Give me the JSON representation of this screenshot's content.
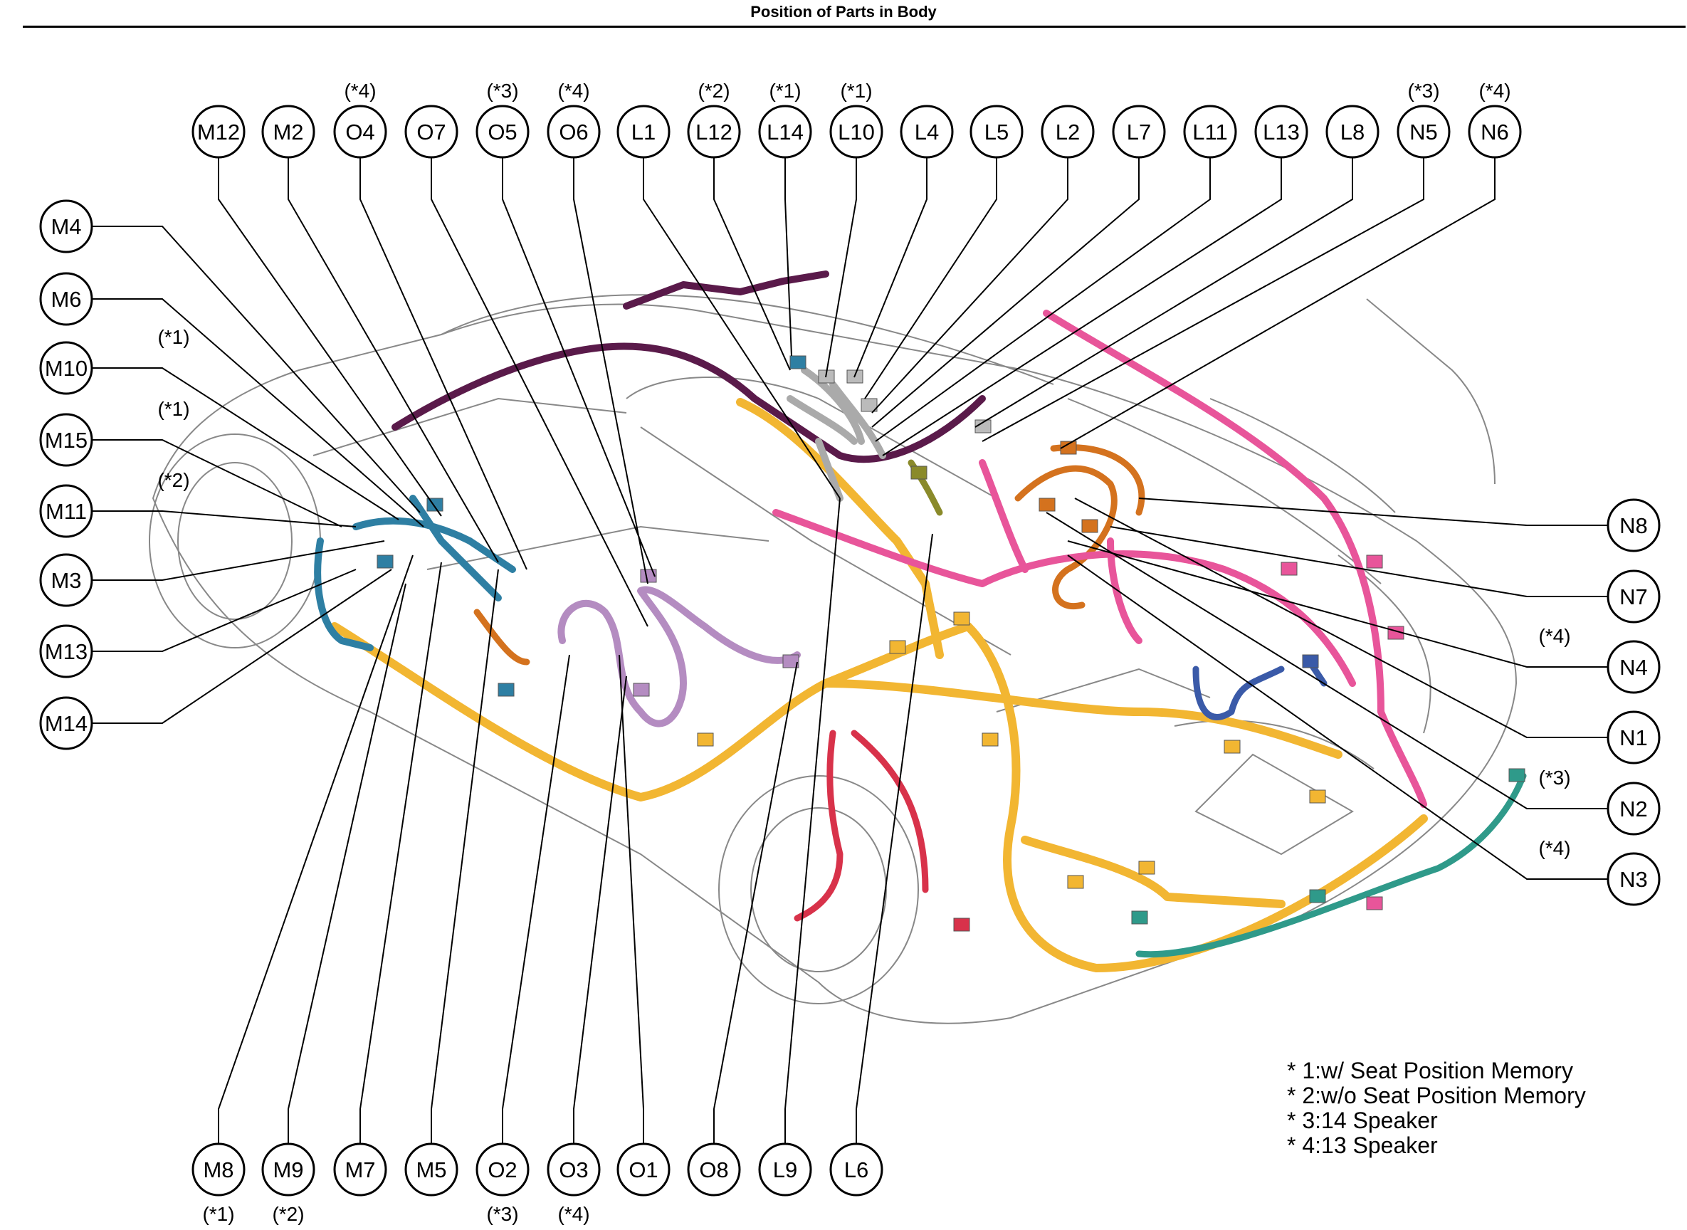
{
  "title": "Position of Parts in Body",
  "colors": {
    "teal_blue": "#2e7fa3",
    "orange_yellow": "#f2b632",
    "pink": "#e8559a",
    "violet": "#b48cc1",
    "dark_purple": "#5a1a4a",
    "burnt_orange": "#d4721e",
    "red": "#d8324a",
    "green": "#2f9a8a",
    "olive": "#8a8a2a",
    "navy": "#3a5aa8",
    "car_outline": "#888888"
  },
  "callouts": [
    {
      "id": "M12",
      "note": ""
    },
    {
      "id": "M2",
      "note": ""
    },
    {
      "id": "O4",
      "note": "(*4)"
    },
    {
      "id": "O7",
      "note": ""
    },
    {
      "id": "O5",
      "note": "(*3)"
    },
    {
      "id": "O6",
      "note": "(*4)"
    },
    {
      "id": "L1",
      "note": ""
    },
    {
      "id": "L12",
      "note": "(*2)"
    },
    {
      "id": "L14",
      "note": "(*1)"
    },
    {
      "id": "L10",
      "note": "(*1)"
    },
    {
      "id": "L4",
      "note": ""
    },
    {
      "id": "L5",
      "note": ""
    },
    {
      "id": "L2",
      "note": ""
    },
    {
      "id": "L7",
      "note": ""
    },
    {
      "id": "L11",
      "note": ""
    },
    {
      "id": "L13",
      "note": ""
    },
    {
      "id": "L8",
      "note": ""
    },
    {
      "id": "N5",
      "note": "(*3)"
    },
    {
      "id": "N6",
      "note": "(*4)"
    },
    {
      "id": "M4",
      "note": ""
    },
    {
      "id": "M6",
      "note": ""
    },
    {
      "id": "M10",
      "note": "(*1)"
    },
    {
      "id": "M15",
      "note": "(*1)"
    },
    {
      "id": "M11",
      "note": "(*2)"
    },
    {
      "id": "M3",
      "note": ""
    },
    {
      "id": "M13",
      "note": ""
    },
    {
      "id": "M14",
      "note": ""
    },
    {
      "id": "N8",
      "note": ""
    },
    {
      "id": "N7",
      "note": ""
    },
    {
      "id": "N4",
      "note": "(*4)"
    },
    {
      "id": "N1",
      "note": ""
    },
    {
      "id": "N2",
      "note": "(*3)"
    },
    {
      "id": "N3",
      "note": "(*4)"
    },
    {
      "id": "M8",
      "note": "(*1)"
    },
    {
      "id": "M9",
      "note": "(*2)"
    },
    {
      "id": "M7",
      "note": ""
    },
    {
      "id": "M5",
      "note": ""
    },
    {
      "id": "O2",
      "note": "(*3)"
    },
    {
      "id": "O3",
      "note": "(*4)"
    },
    {
      "id": "O1",
      "note": ""
    },
    {
      "id": "O8",
      "note": ""
    },
    {
      "id": "L9",
      "note": ""
    },
    {
      "id": "L6",
      "note": ""
    }
  ],
  "footnotes": [
    "* 1:w/ Seat Position Memory",
    "* 2:w/o Seat Position Memory",
    "* 3:14 Speaker",
    "* 4:13 Speaker"
  ]
}
